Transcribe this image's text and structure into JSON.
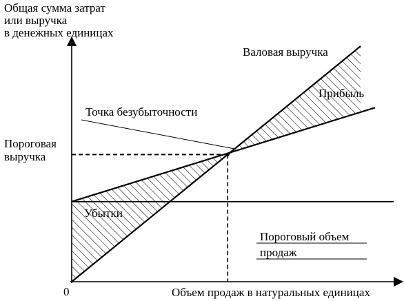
{
  "chart_data": {
    "type": "line",
    "title": "",
    "ylabel_lines": [
      "Общая сумма затрат",
      "или выручка",
      "в денежных единицах"
    ],
    "xlabel": "Объем продаж в натуральных единицах",
    "origin_label": "0",
    "x_range": [
      0,
      10
    ],
    "y_range": [
      0,
      10
    ],
    "series": [
      {
        "name": "Валовая выручка",
        "role": "revenue",
        "points": [
          [
            0,
            0
          ],
          [
            10,
            10
          ]
        ]
      },
      {
        "name": "",
        "role": "total_costs",
        "points": [
          [
            0,
            3.4
          ],
          [
            10,
            7.2
          ]
        ]
      },
      {
        "name": "",
        "role": "fixed_costs",
        "points": [
          [
            0,
            3.4
          ],
          [
            10,
            3.4
          ]
        ]
      }
    ],
    "break_even": {
      "x": 5.4,
      "y": 5.4
    },
    "annotations": {
      "revenue_line": "Валовая выручка",
      "profit": "Прибыль",
      "loss": "Убытки",
      "break_even_point": "Точка безубыточности",
      "threshold_revenue_lines": [
        "Пороговая",
        "выручка"
      ],
      "threshold_volume_lines": [
        "Пороговый объем",
        "продаж"
      ]
    },
    "grid": false,
    "colors": {
      "line": "#000000",
      "background": "#ffffff"
    }
  }
}
